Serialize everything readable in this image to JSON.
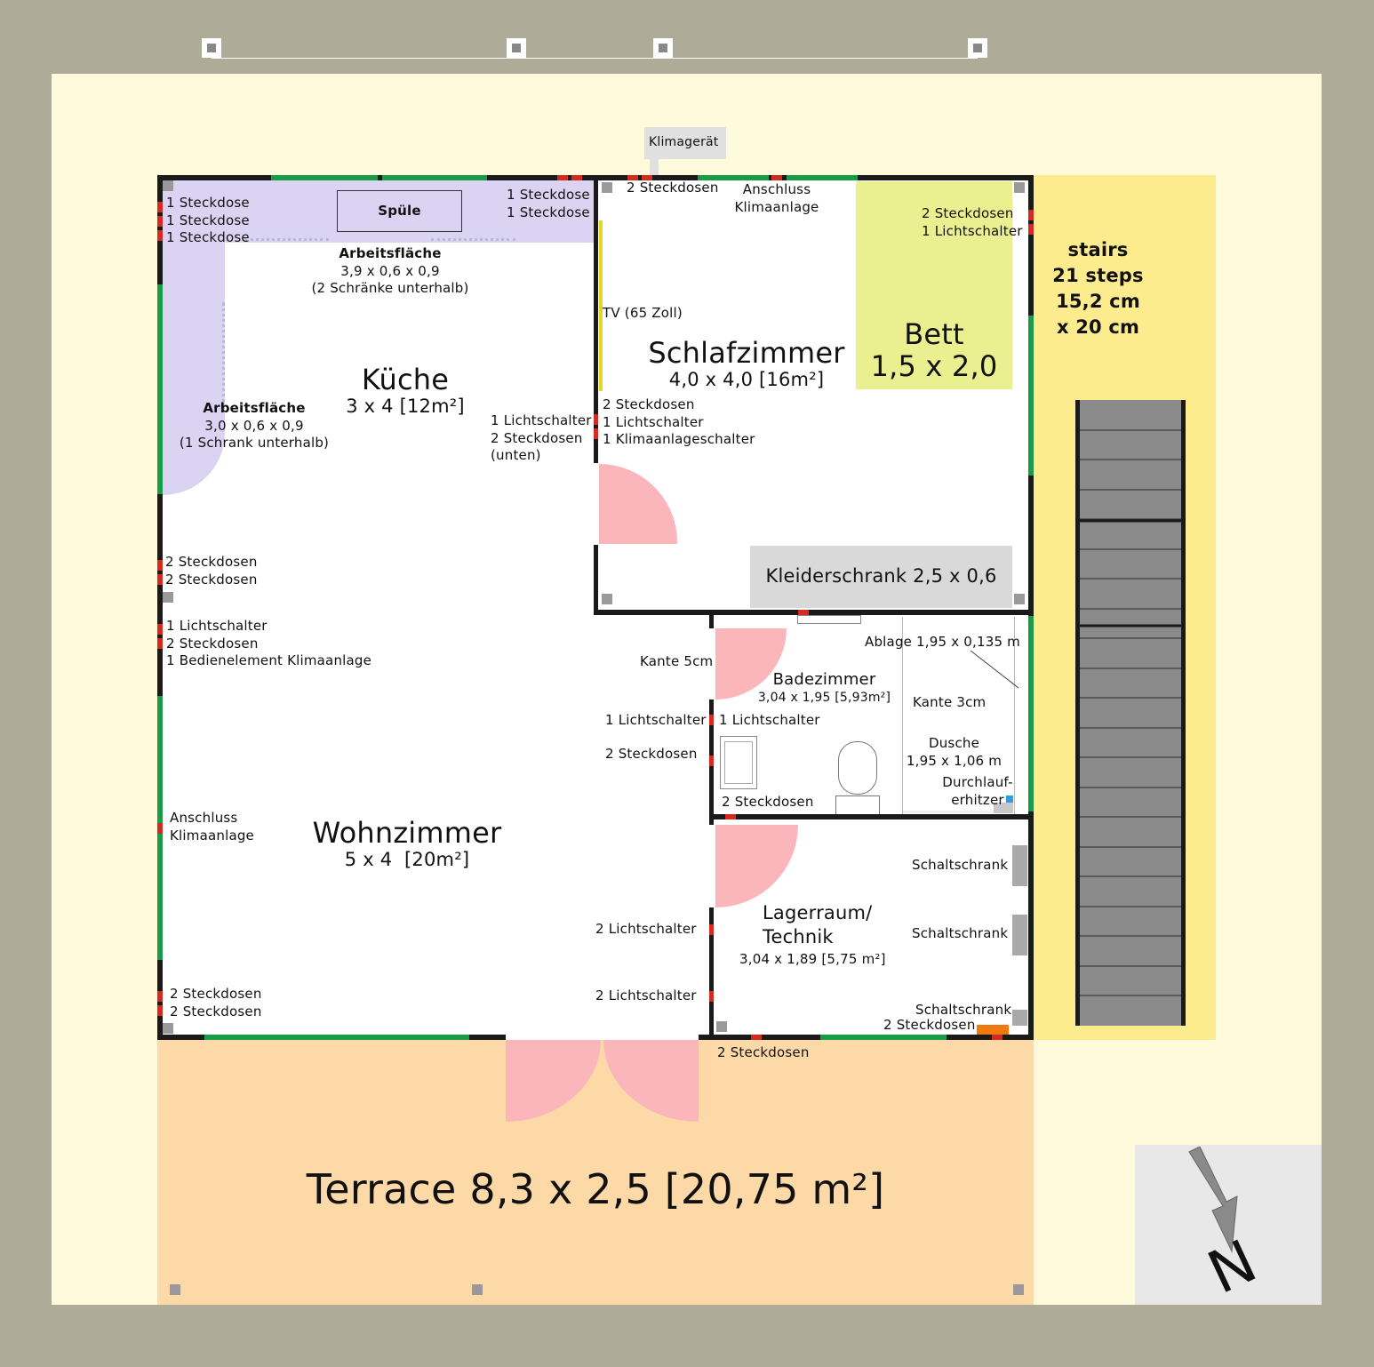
{
  "colors": {
    "background": "#aeac99",
    "plot": "#fffadb",
    "kitchen_counter": "#dbd3f2",
    "bed": "#eaf08f",
    "stairs_area": "#fdec8e",
    "stairs": "#8a8a8a",
    "terrace": "#fdd9a8",
    "door": "#fbb6bb",
    "wall": "#1a1a1a",
    "window": "#1a9b48",
    "socket": "#d42a1f",
    "wardrobe": "#d9d9d9",
    "compass_bg": "#e8e8e8",
    "heater": "#f07a12"
  },
  "top": {
    "klimagerat": "Klimagerät"
  },
  "kitchen": {
    "name": "Küche",
    "size": "3 x 4 [12m²]",
    "spule": "Spüle",
    "left_sockets": [
      "1 Steckdose",
      "1 Steckdose",
      "1 Steckdose"
    ],
    "right_sockets": [
      "1 Steckdose",
      "1 Steckdose"
    ],
    "counter_top": [
      "Arbeitsfläche",
      "3,9 x 0,6 x 0,9",
      "(2 Schränke unterhalb)"
    ],
    "counter_left": [
      "Arbeitsfläche",
      "3,0 x 0,6 x 0,9",
      "(1 Schrank unterhalb)"
    ],
    "switch_note": [
      "1 Lichtschalter",
      "2 Steckdosen",
      "(unten)"
    ]
  },
  "bedroom": {
    "name": "Schlafzimmer",
    "size": "4,0 x 4,0 [16m²]",
    "sockets_top": "2 Steckdosen",
    "ac": [
      "Anschluss",
      "Klimaanlage"
    ],
    "bed_sockets": [
      "2 Steckdosen",
      "1 Lichtschalter"
    ],
    "tv": "TV (65 Zoll)",
    "left_note": [
      "2 Steckdosen",
      "1 Lichtschalter",
      "1 Klimaanlageschalter"
    ],
    "bed_label": "Bett",
    "bed_size": "1,5 x 2,0",
    "wardrobe": "Kleiderschrank 2,5 x 0,6"
  },
  "stairs": {
    "lines": [
      "stairs",
      "21 steps",
      "15,2 cm",
      "x 20 cm"
    ],
    "step_count": 21
  },
  "living": {
    "name": "Wohnzimmer",
    "size": "5 x 4  [20m²]",
    "sockets_a": [
      "2 Steckdosen",
      "2 Steckdosen"
    ],
    "switch_group": [
      "1 Lichtschalter",
      "2 Steckdosen",
      "1 Bedienelement Klimaanlage"
    ],
    "ac": [
      "Anschluss",
      "Klimaanlage"
    ],
    "sockets_b": [
      "2 Steckdosen",
      "2 Steckdosen"
    ],
    "kante": "Kante 5cm",
    "switch_1": "1 Lichtschalter",
    "sockets_c": "2 Steckdosen",
    "switch_2a": "2 Lichtschalter",
    "switch_2b": "2 Lichtschalter"
  },
  "bathroom": {
    "name": "Badezimmer",
    "size": "3,04 x 1,95 [5,93m²]",
    "ablage": "Ablage 1,95 x 0,135 m",
    "switch": "1 Lichtschalter",
    "kante": "Kante 3cm",
    "shower": [
      "Dusche",
      "1,95 x 1,06 m"
    ],
    "heater": [
      "Durchlauf-",
      "erhitzer"
    ],
    "sockets": "2 Steckdosen"
  },
  "storage": {
    "name": [
      "Lagerraum/",
      "Technik"
    ],
    "size": "3,04 x 1,89 [5,75 m²]",
    "cabinets": [
      "Schaltschrank",
      "Schaltschrank",
      "Schaltschrank"
    ],
    "sockets": "2 Steckdosen",
    "outside_sockets": "2 Steckdosen"
  },
  "terrace": {
    "label": "Terrace 8,3 x 2,5 [20,75 m²]"
  },
  "compass": {
    "letter": "N"
  }
}
